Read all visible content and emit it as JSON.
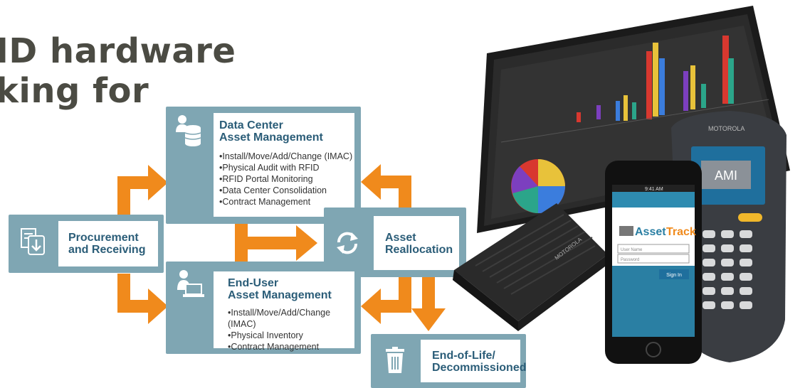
{
  "headline": {
    "line1": "ID hardware",
    "line2": "king for"
  },
  "nodes": {
    "data_center": {
      "title1": "Data Center",
      "title2": "Asset Management",
      "bullets": [
        "Install/Move/Add/Change (IMAC)",
        "Physical Audit with RFID",
        "RFID Portal Monitoring",
        "Data Center Consolidation",
        "Contract Management"
      ]
    },
    "end_user": {
      "title1": "End-User",
      "title2": "Asset Management",
      "bullets": [
        "Install/Move/Add/Change (IMAC)",
        "Physical Inventory",
        "Contract Management"
      ]
    },
    "procurement": {
      "line1": "Procurement",
      "line2": "and Receiving"
    },
    "reallocation": {
      "line1": "Asset",
      "line2": "Reallocation"
    },
    "end_of_life": {
      "line1": "End-of-Life/",
      "line2": "Decommissioned"
    }
  },
  "icons": {
    "procurement": "download-document-icon",
    "data_center": "user-database-icon",
    "end_user": "user-computer-icon",
    "reallocation": "refresh-icon",
    "end_of_life": "trash-icon"
  },
  "colors": {
    "box": "#7fa6b3",
    "arrow": "#f08a1c",
    "title": "#2b5d78",
    "headline": "#4b4b43"
  },
  "devices": {
    "phone": {
      "brand_a": "Asset",
      "brand_b": "Track",
      "user_placeholder": "User Name",
      "password_placeholder": "Password",
      "sign_in": "Sign In",
      "status_time": "9:41 AM"
    },
    "reader": {
      "brand": "MOTOROLA"
    },
    "handheld": {
      "brand": "MOTOROLA",
      "screen_text": "AMI"
    }
  }
}
